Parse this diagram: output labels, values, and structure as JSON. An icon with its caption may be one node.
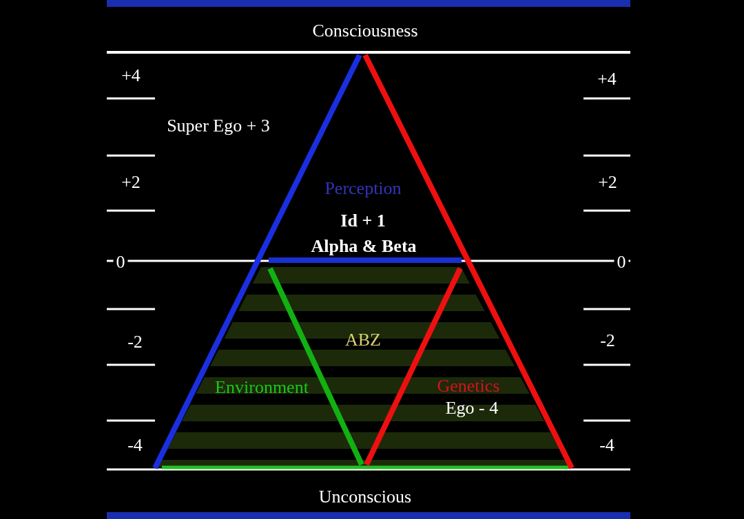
{
  "diagram": {
    "labels": [
      "Consciousness",
      "+4",
      "+4",
      "Super Ego + 3",
      "+2",
      "Perception",
      "+2",
      "Id + 1",
      "Alpha & Beta",
      "0",
      "0",
      "-2",
      "ABZ",
      "-2",
      "Environment",
      "Genetics",
      "Ego - 4",
      "-4",
      "-4",
      "Unconscious"
    ]
  }
}
